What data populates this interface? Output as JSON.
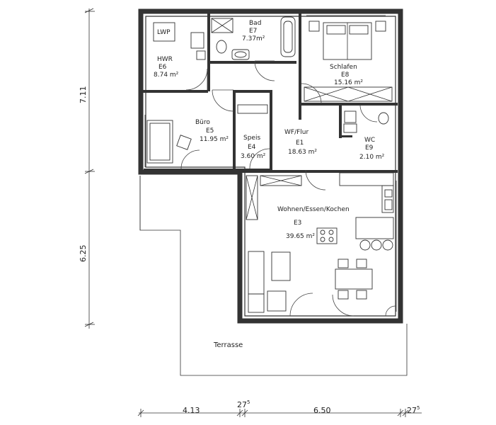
{
  "rooms": {
    "lwp": "LWP",
    "hwr_name": "HWR",
    "hwr_code": "E6",
    "hwr_area": "8.74 m²",
    "bad_name": "Bad",
    "bad_code": "E7",
    "bad_area": "7.37m²",
    "schlafen_name": "Schlafen",
    "schlafen_code": "E8",
    "schlafen_area": "15.16 m²",
    "buero_name": "Büro",
    "buero_code": "E5",
    "buero_area": "11.95 m²",
    "speis_name": "Speis",
    "speis_code": "E4",
    "speis_area": "3.60 m²",
    "flur_name": "WF/Flur",
    "flur_code": "E1",
    "flur_area": "18.63 m²",
    "wc_name": "WC",
    "wc_code": "E9",
    "wc_area": "2.10 m²",
    "wohnen_name": "Wohnen/Essen/Kochen",
    "wohnen_code": "E3",
    "wohnen_area": "39.65 m²",
    "terrasse": "Terrasse"
  },
  "dimensions": {
    "left_upper": "7.11",
    "left_lower": "6.25",
    "bottom_1": "4.13",
    "bottom_2": "27",
    "bottom_2_sup": "5",
    "bottom_3": "6.50",
    "bottom_4": "27",
    "bottom_4_sup": "5"
  }
}
